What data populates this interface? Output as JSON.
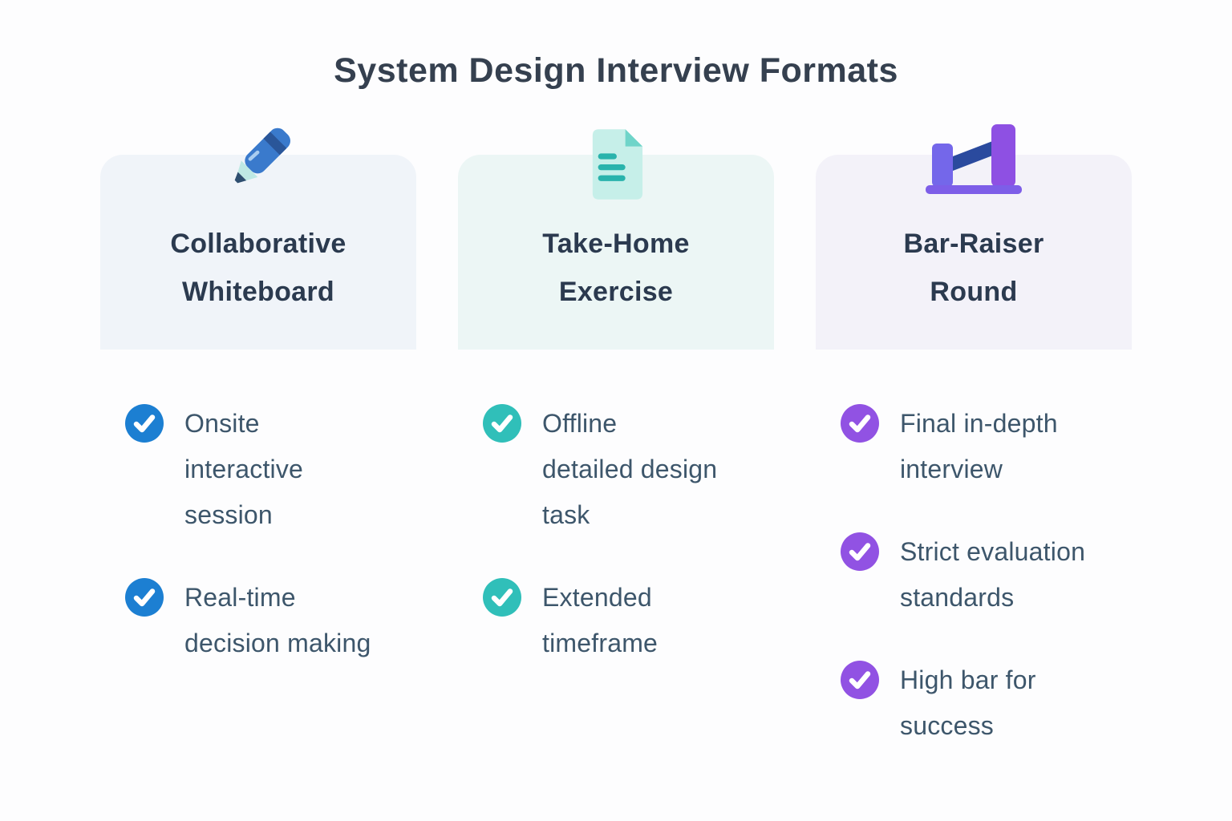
{
  "title": "System Design Interview Formats",
  "colors": {
    "page_background": "#FDFDFE",
    "title_text": "#35404F",
    "heading_text": "#2B3A4F",
    "body_text": "#3D566B",
    "card_blue_bg": "#F0F4F9",
    "card_teal_bg": "#ECF6F5",
    "card_purple_bg": "#F3F2F9",
    "accent_blue": "#1C7FD2",
    "accent_teal": "#30BFB9",
    "accent_purple": "#9152E3",
    "checkmark": "#FFFFFF"
  },
  "columns": [
    {
      "heading": "Collaborative\nWhiteboard",
      "icon": "marker-pen-icon",
      "accent": "#1C7FD2",
      "card_bg": "#F0F4F9",
      "items": [
        {
          "text": "Onsite\ninteractive\nsession"
        },
        {
          "text": "Real-time\ndecision making"
        }
      ]
    },
    {
      "heading": "Take-Home\nExercise",
      "icon": "document-icon",
      "accent": "#30BFB9",
      "card_bg": "#ECF6F5",
      "items": [
        {
          "text": "Offline\ndetailed design\ntask"
        },
        {
          "text": "Extended\ntimeframe"
        }
      ]
    },
    {
      "heading": "Bar-Raiser\nRound",
      "icon": "bar-raiser-icon",
      "accent": "#9152E3",
      "card_bg": "#F3F2F9",
      "items": [
        {
          "text": "Final in-depth\ninterview"
        },
        {
          "text": "Strict evaluation\nstandards"
        },
        {
          "text": "High bar for\nsuccess"
        }
      ]
    }
  ]
}
